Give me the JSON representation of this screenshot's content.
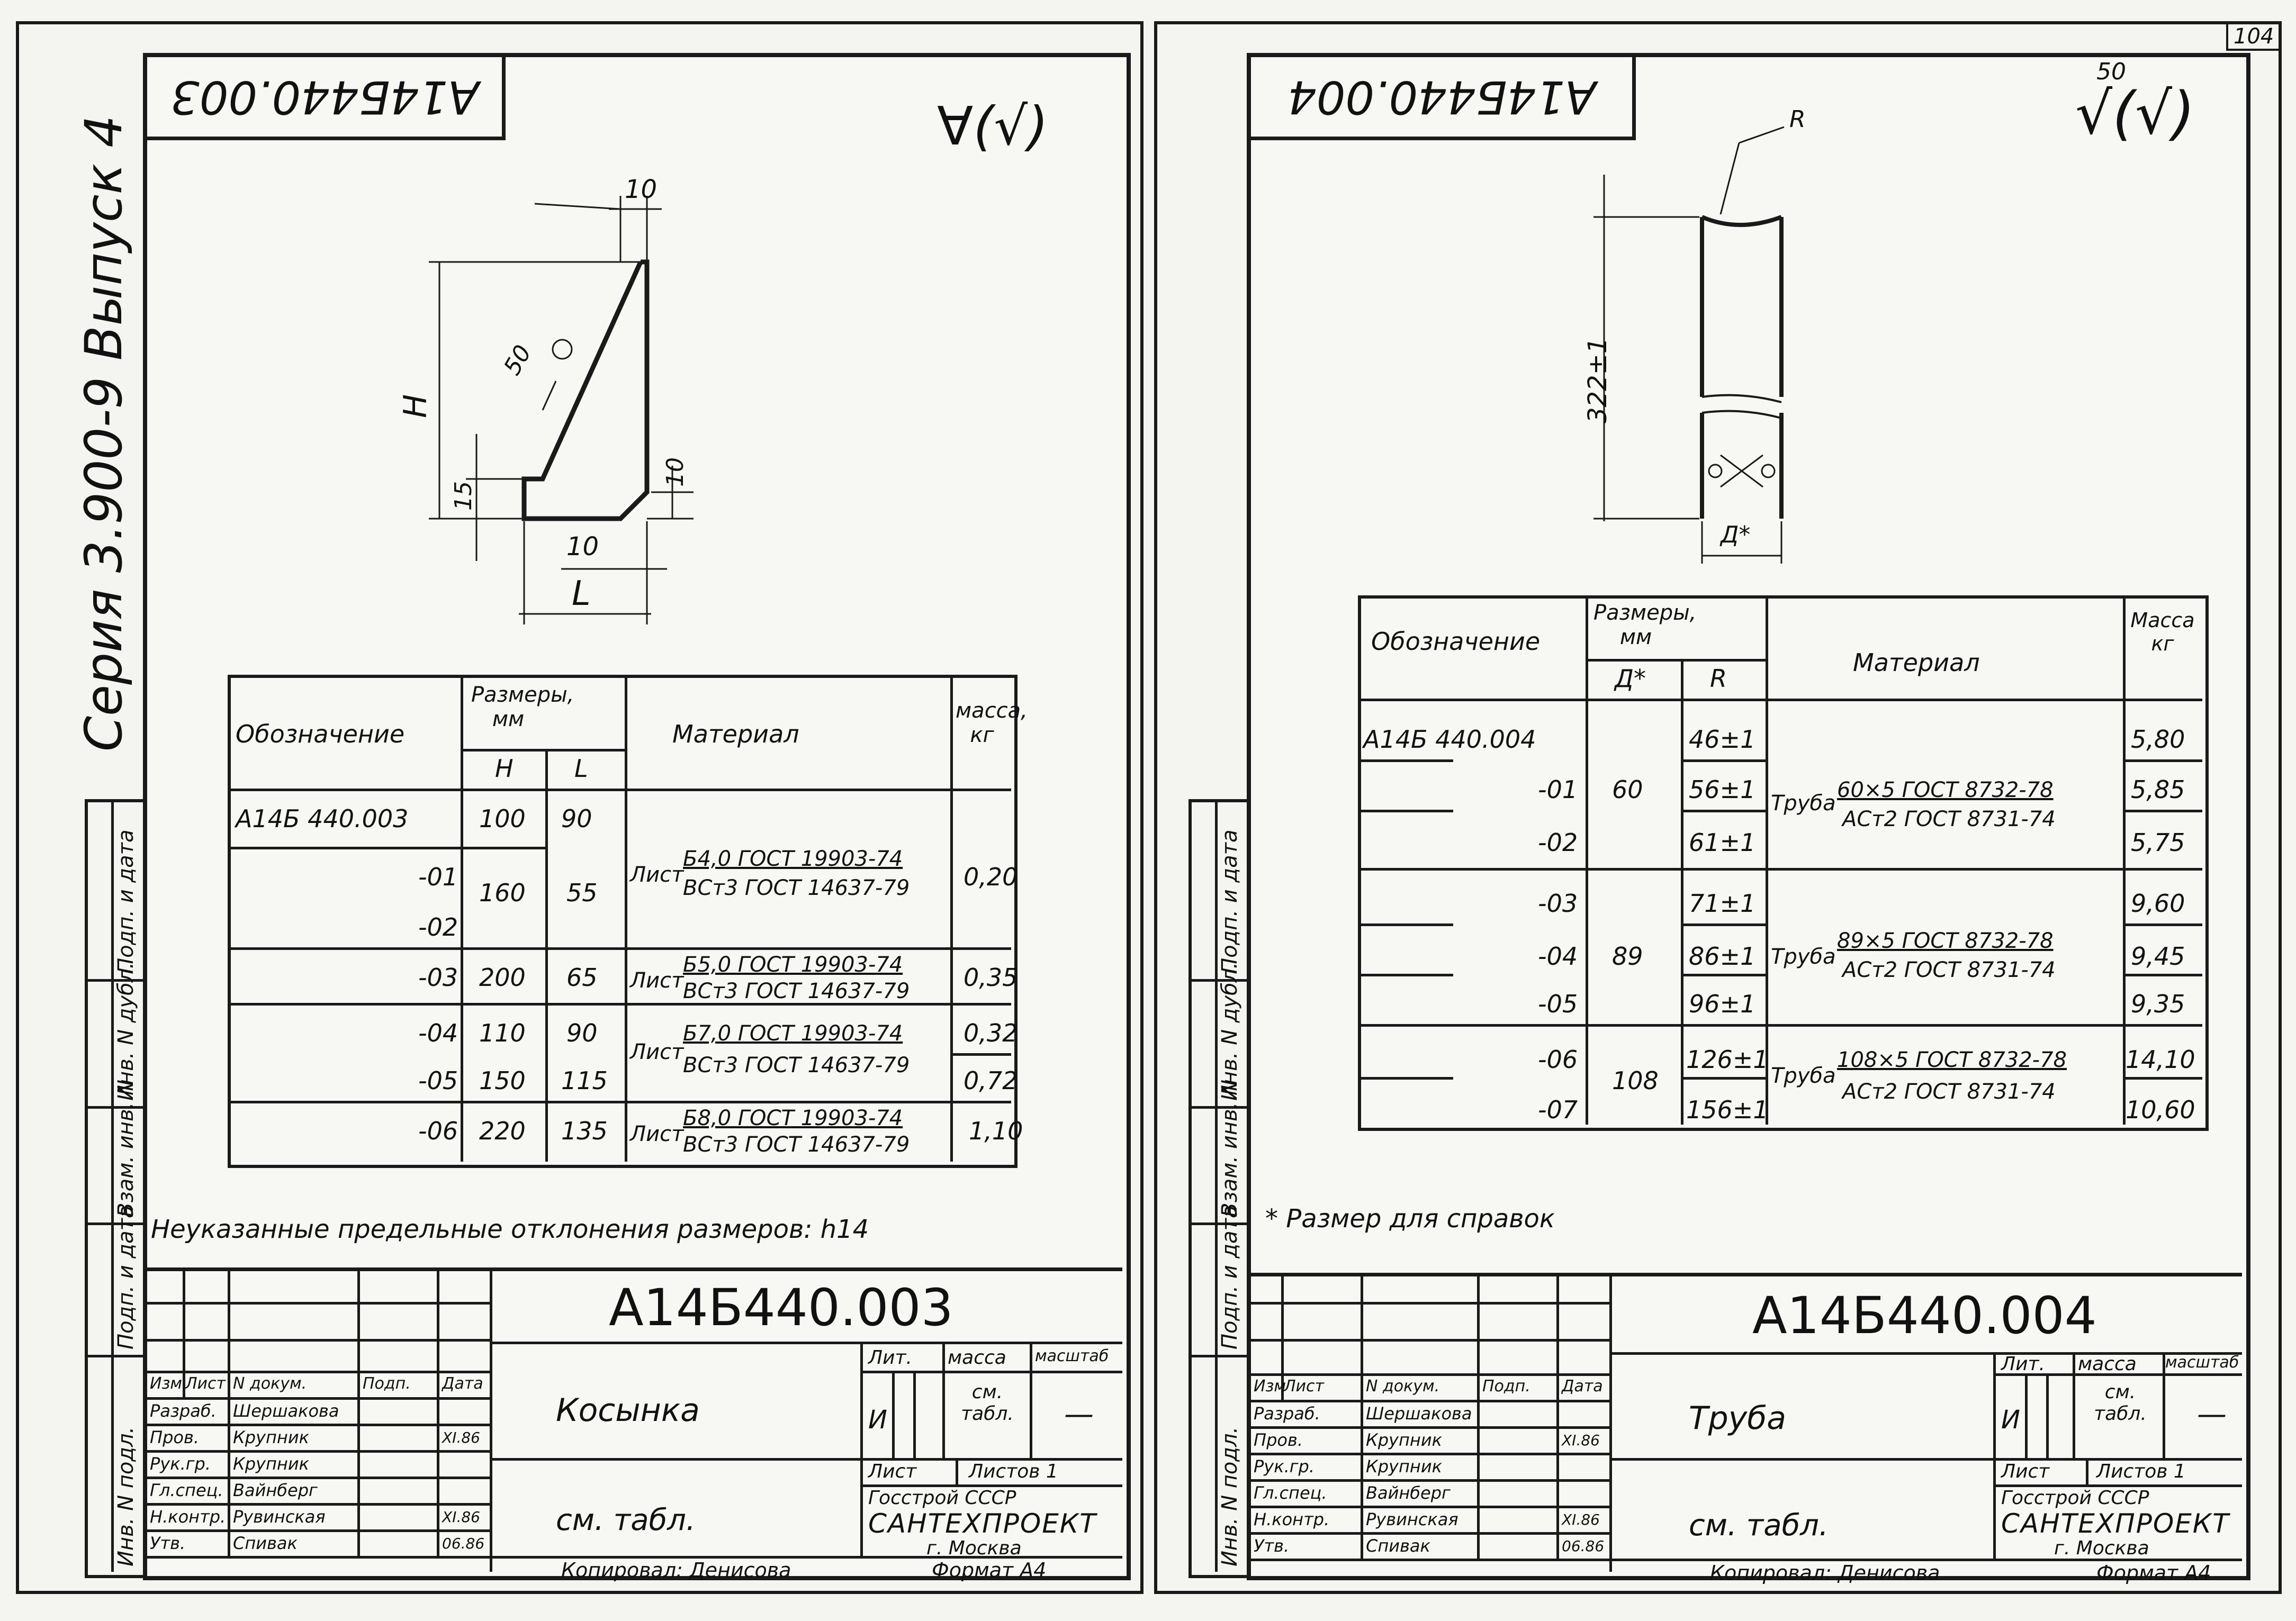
{
  "page_corner_number": "104",
  "left_sheet": {
    "side_series_text": "Серия 3.900-9  Выпуск 4",
    "side_labels": [
      "Инв. N подл.",
      "Подп. и дата",
      "Взам. инв. N",
      "Инв. N дубл.",
      "Подп. и дата"
    ],
    "stamp_code_mirrored": "A14Б440.003",
    "roughness_symbol": "∀(√)",
    "drawing": {
      "dim_top": "10",
      "dim_height": "H",
      "dim_weld": "50",
      "dim_bottom_left": "15",
      "dim_bottom_right": "10",
      "dim_bottom_offset": "10",
      "dim_length": "L"
    },
    "table": {
      "header_designation": "Обозначение",
      "header_sizes": "Размеры, мм",
      "header_h": "H",
      "header_l": "L",
      "header_material": "Материал",
      "header_mass": "масса, кг",
      "rows": [
        {
          "code": "A14Б 440.003",
          "h": "100",
          "l": "90"
        },
        {
          "code": "-01",
          "h": "160",
          "l": "55"
        },
        {
          "code": "-02",
          "h": "",
          "l": ""
        },
        {
          "code": "-03",
          "h": "200",
          "l": "65"
        },
        {
          "code": "-04",
          "h": "110",
          "l": "90"
        },
        {
          "code": "-05",
          "h": "150",
          "l": "115"
        },
        {
          "code": "-06",
          "h": "220",
          "l": "135"
        }
      ],
      "materials": [
        {
          "prefix": "Лист",
          "top": "Б4,0 ГОСТ 19903-74",
          "bottom": "ВСт3 ГОСТ 14637-79"
        },
        {
          "prefix": "Лист",
          "top": "Б5,0 ГОСТ 19903-74",
          "bottom": "ВСт3 ГОСТ 14637-79"
        },
        {
          "prefix": "Лист",
          "top": "Б7,0 ГОСТ 19903-74",
          "bottom": "ВСт3 ГОСТ 14637-79"
        },
        {
          "prefix": "Лист",
          "top": "Б8,0 ГОСТ 19903-74",
          "bottom": "ВСт3 ГОСТ 14637-79"
        }
      ],
      "masses": [
        "0,20",
        "0,35",
        "0,32",
        "0,72",
        "1,10"
      ]
    },
    "note": "Неуказанные предельные отклонения размеров: h14",
    "title_block": {
      "code": "A14Б440.003",
      "name": "Косынка",
      "see_table": "см. табл.",
      "lit_label": "Лит.",
      "lit_value": "И",
      "mass_label": "масса",
      "mass_value": "см. табл.",
      "scale_label": "масштаб",
      "scale_value": "—",
      "sheet_label": "Лист",
      "sheets_label": "Листов 1",
      "org_line1": "Госстрой СССР",
      "org_line2": "САНТЕХПРОЕКТ",
      "org_line3": "г. Москва",
      "header_cols": [
        "Изм",
        "Лист",
        "N докум.",
        "Подп.",
        "Дата"
      ],
      "people": [
        {
          "role": "Разраб.",
          "name": "Шершакова",
          "date": ""
        },
        {
          "role": "Пров.",
          "name": "Крупник",
          "date": "XI.86"
        },
        {
          "role": "Рук.гр.",
          "name": "Крупник",
          "date": ""
        },
        {
          "role": "Гл.спец.",
          "name": "Вайнберг",
          "date": ""
        },
        {
          "role": "Н.контр.",
          "name": "Рувинская",
          "date": "XI.86"
        },
        {
          "role": "Утв.",
          "name": "Спивак",
          "date": "06.86"
        }
      ],
      "copied": "Копировал: Денисова",
      "format": "Формат А4"
    }
  },
  "right_sheet": {
    "side_labels": [
      "Инв. N подл.",
      "Подп. и дата",
      "Взам. инв. N",
      "Инв. N дубл.",
      "Подп. и дата"
    ],
    "stamp_code_mirrored": "A14Б440.004",
    "roughness_symbol": "√(√)",
    "roughness_value": "50",
    "drawing": {
      "dim_r": "R",
      "dim_height": "322±1",
      "dim_d": "Д*"
    },
    "table": {
      "header_designation": "Обозначение",
      "header_sizes": "Размеры, мм",
      "header_d": "Д*",
      "header_r": "R",
      "header_material": "Материал",
      "header_mass": "Масса кг",
      "rows": [
        {
          "code": "A14Б 440.004",
          "r": "46±1",
          "mass": "5,80"
        },
        {
          "code": "-01",
          "r": "56±1",
          "mass": "5,85"
        },
        {
          "code": "-02",
          "r": "61±1",
          "mass": "5,75"
        },
        {
          "code": "-03",
          "r": "71±1",
          "mass": "9,60"
        },
        {
          "code": "-04",
          "r": "86±1",
          "mass": "9,45"
        },
        {
          "code": "-05",
          "r": "96±1",
          "mass": "9,35"
        },
        {
          "code": "-06",
          "r": "126±1",
          "mass": "14,10"
        },
        {
          "code": "-07",
          "r": "156±1",
          "mass": "10,60"
        }
      ],
      "d_groups": [
        "60",
        "89",
        "108"
      ],
      "materials": [
        {
          "prefix": "Труба",
          "top": "60×5 ГОСТ 8732-78",
          "bottom": "АСт2 ГОСТ 8731-74"
        },
        {
          "prefix": "Труба",
          "top": "89×5 ГОСТ 8732-78",
          "bottom": "АСт2 ГОСТ 8731-74"
        },
        {
          "prefix": "Труба",
          "top": "108×5 ГОСТ 8732-78",
          "bottom": "АСт2 ГОСТ 8731-74"
        }
      ]
    },
    "note": "* Размер для справок",
    "title_block": {
      "code": "A14Б440.004",
      "name": "Труба",
      "see_table": "см. табл.",
      "lit_label": "Лит.",
      "lit_value": "И",
      "mass_label": "масса",
      "mass_value": "см. табл.",
      "scale_label": "масштаб",
      "scale_value": "—",
      "sheet_label": "Лист",
      "sheets_label": "Листов 1",
      "org_line1": "Госстрой СССР",
      "org_line2": "САНТЕХПРОЕКТ",
      "org_line3": "г. Москва",
      "header_cols": [
        "Изм",
        "Лист",
        "N докум.",
        "Подп.",
        "Дата"
      ],
      "people": [
        {
          "role": "Разраб.",
          "name": "Шершакова",
          "date": ""
        },
        {
          "role": "Пров.",
          "name": "Крупник",
          "date": "XI.86"
        },
        {
          "role": "Рук.гр.",
          "name": "Крупник",
          "date": ""
        },
        {
          "role": "Гл.спец.",
          "name": "Вайнберг",
          "date": ""
        },
        {
          "role": "Н.контр.",
          "name": "Рувинская",
          "date": "XI.86"
        },
        {
          "role": "Утв.",
          "name": "Спивак",
          "date": "06.86"
        }
      ],
      "copied": "Копировал: Денисова",
      "format": "Формат А4"
    }
  }
}
